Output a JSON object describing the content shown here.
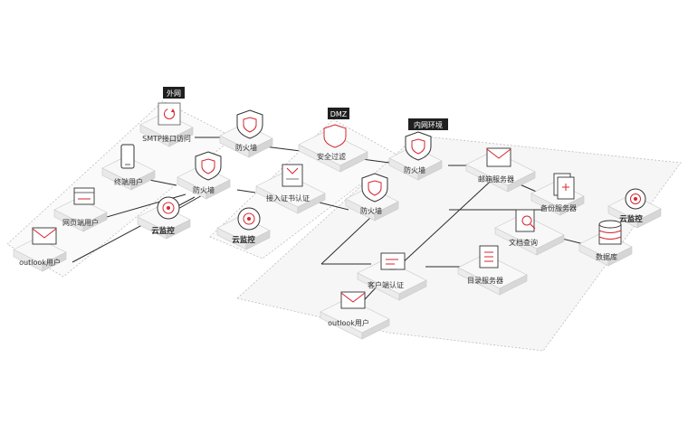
{
  "zones": {
    "external": "外网",
    "dmz": "DMZ",
    "internal": "内网环境"
  },
  "nodes": {
    "smtp_access": "SMTP接口访问",
    "terminal_user": "终端用户",
    "web_user": "网页端用户",
    "outlook_user_ext": "outlook用户",
    "firewall_top": "防火墙",
    "firewall_mid_ext": "防火墙",
    "cloud_monitor_ext": "云监控",
    "security_filter": "安全过滤",
    "access_cert_auth": "接入证书认证",
    "cloud_monitor_dmz": "云监控",
    "firewall_internal_top": "防火墙",
    "firewall_internal_mid": "防火墙",
    "mail_server": "邮箱服务器",
    "backup_server": "备份服务器",
    "cloud_monitor_int": "云监控",
    "doc_query": "文档查询",
    "database": "数据库",
    "directory_server": "目录服务器",
    "client_auth": "客户端认证",
    "outlook_user_int": "outlook用户"
  },
  "icons": {
    "mail": "mail-icon",
    "shield": "shield-icon",
    "phone": "phone-icon",
    "window": "browser-window-icon",
    "target": "target-icon",
    "document": "document-icon",
    "database": "database-icon",
    "monitor": "monitor-icon",
    "refresh": "refresh-icon",
    "search": "search-icon",
    "list": "list-icon"
  },
  "colors": {
    "accent": "#d7262e",
    "tag_bg": "#1f1f1f",
    "line": "#2b2b2b",
    "box_top": "#f7f7f7",
    "box_side": "#dcdcdc"
  }
}
